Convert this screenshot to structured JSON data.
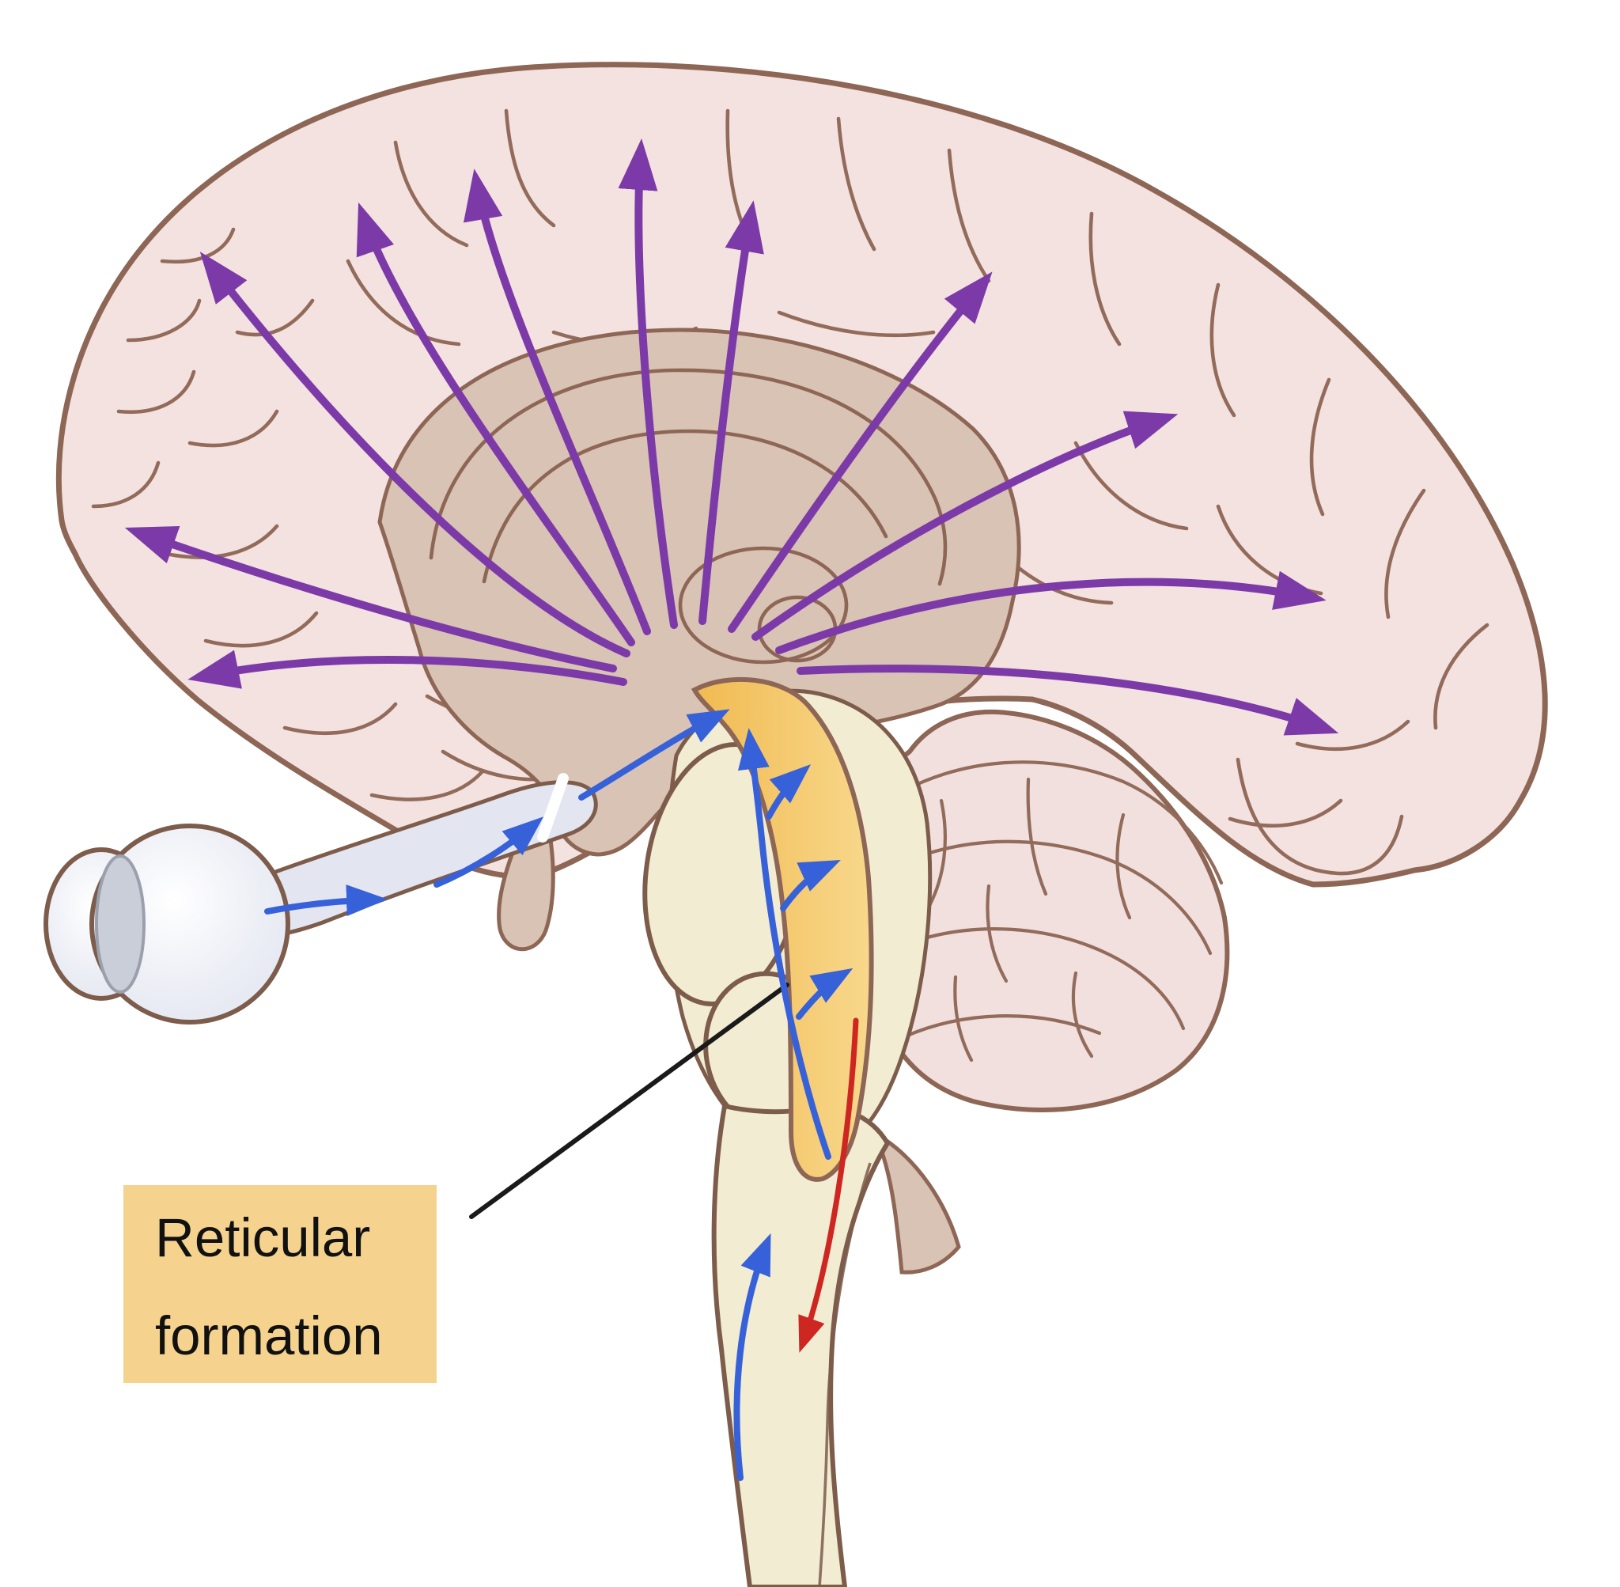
{
  "figure": {
    "title": "Reticular formation brain diagram",
    "label": {
      "line1": "Reticular",
      "line2": "formation"
    },
    "annotated_structure": "reticular formation (highlighted band in brainstem)",
    "arrows": {
      "purple_cortical_projection_count": 11,
      "blue_ascending_count": 8,
      "red_descending_count": 1
    }
  },
  "colors": {
    "background": "#FFFFFF",
    "cortex_fill": "#F3E2DF",
    "outline_brown": "#8E6656",
    "sulci_brown": "#926B5B",
    "inner_tan": "#D9C3B4",
    "brainstem_cream": "#F2ECD3",
    "stem_brown": "#7D5C4B",
    "band_orange_left": "#F1BA51",
    "band_orange_right": "#F8D88C",
    "cerebellum_fill": "#F1E0DE",
    "optic_nerve_fill": "#E3E5F0",
    "eye_fill": "#EAECF4",
    "lens_fill": "#C9CED9",
    "purple": "#7C3AA8",
    "blue": "#3761D8",
    "red": "#CE2620",
    "pointer_black": "#1A1A1A",
    "label_bg": "#F5D38E",
    "label_text": "#111111"
  }
}
